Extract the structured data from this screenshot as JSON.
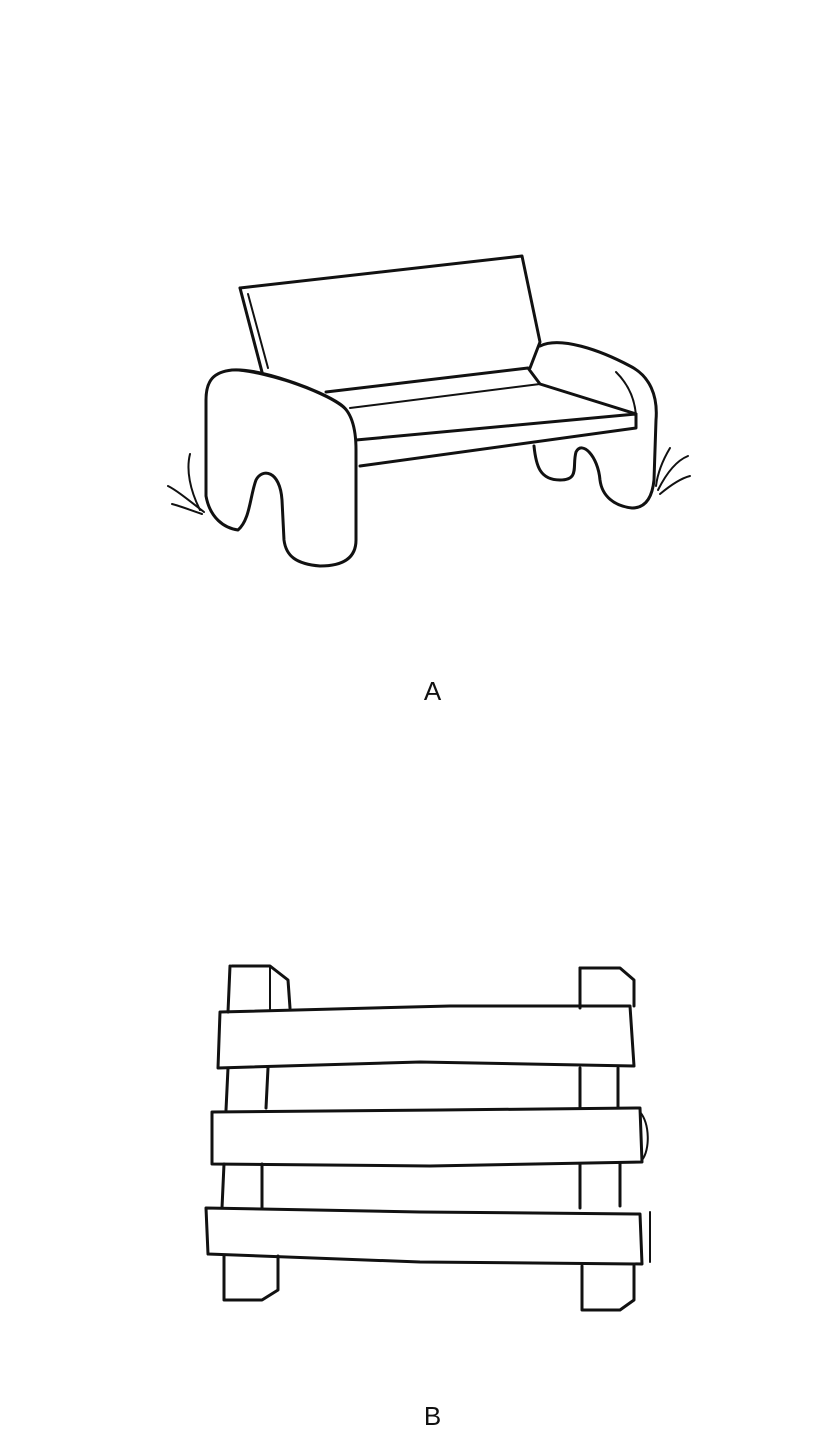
{
  "figures": [
    {
      "label": "A",
      "depicts": "bench"
    },
    {
      "label": "B",
      "depicts": "fence"
    }
  ],
  "colors": {
    "ink": "#111111",
    "paper": "#ffffff"
  }
}
